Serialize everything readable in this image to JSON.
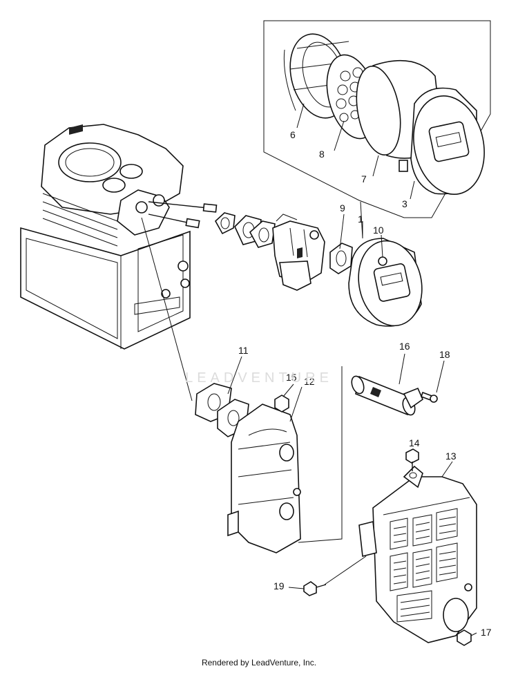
{
  "callouts": [
    {
      "id": "label-1",
      "text": "1"
    },
    {
      "id": "label-3",
      "text": "3"
    },
    {
      "id": "label-6",
      "text": "6"
    },
    {
      "id": "label-7",
      "text": "7"
    },
    {
      "id": "label-8",
      "text": "8"
    },
    {
      "id": "label-9",
      "text": "9"
    },
    {
      "id": "label-10",
      "text": "10"
    },
    {
      "id": "label-11",
      "text": "11"
    },
    {
      "id": "label-12",
      "text": "12"
    },
    {
      "id": "label-13",
      "text": "13"
    },
    {
      "id": "label-14",
      "text": "14"
    },
    {
      "id": "label-15",
      "text": "15"
    },
    {
      "id": "label-16",
      "text": "16"
    },
    {
      "id": "label-17",
      "text": "17"
    },
    {
      "id": "label-18",
      "text": "18"
    },
    {
      "id": "label-19",
      "text": "19"
    }
  ],
  "watermark": "LEADVENTURE",
  "footer": "Rendered by LeadVenture, Inc."
}
